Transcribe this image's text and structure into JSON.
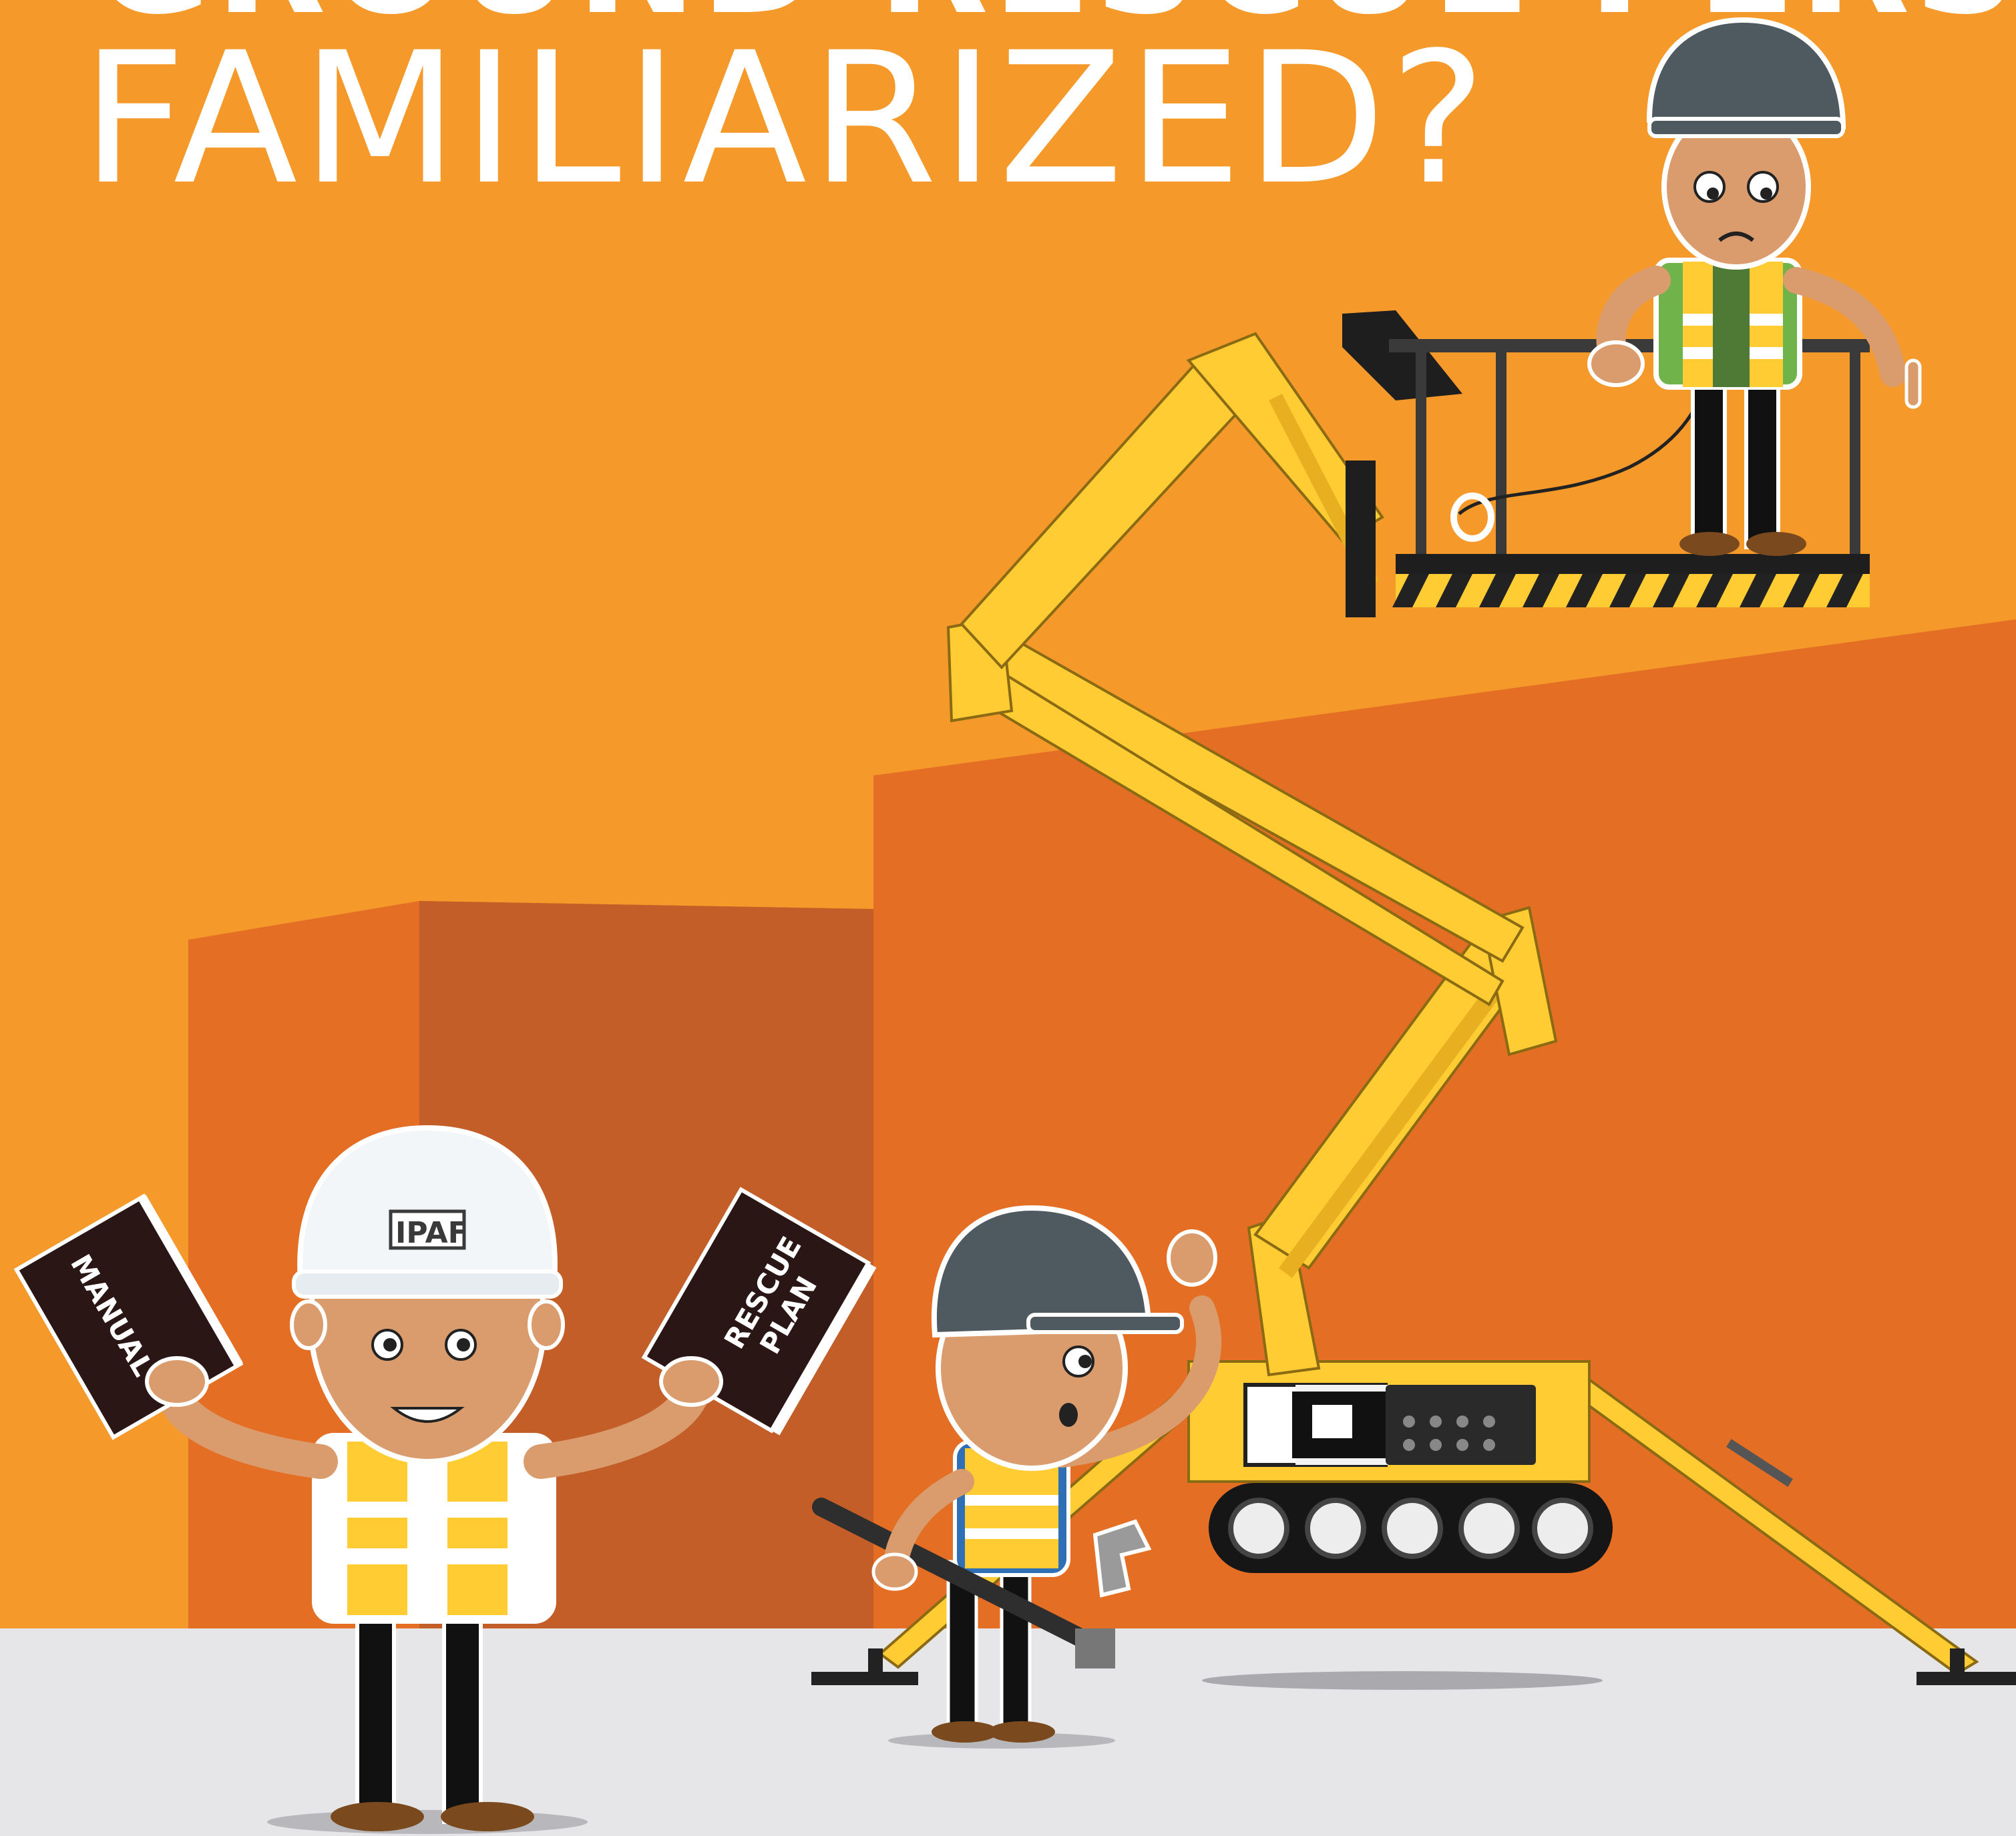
{
  "headline": {
    "line1": "GROUND RESCUE PERSON",
    "line2": "FAMILIARIZED?"
  },
  "books": {
    "left": "MANUAL",
    "right_line1": "RESCUE",
    "right_line2": "PLAN"
  },
  "helmet_logo": "IPAF",
  "colors": {
    "sky": "#F59A2A",
    "wall_mid": "#E46F24",
    "wall_dark": "#C35E28",
    "ground": "#E6E6E8",
    "machine_yellow": "#FFCC33",
    "helmet_grey": "#4E5A60",
    "book_dark": "#2A1615"
  }
}
